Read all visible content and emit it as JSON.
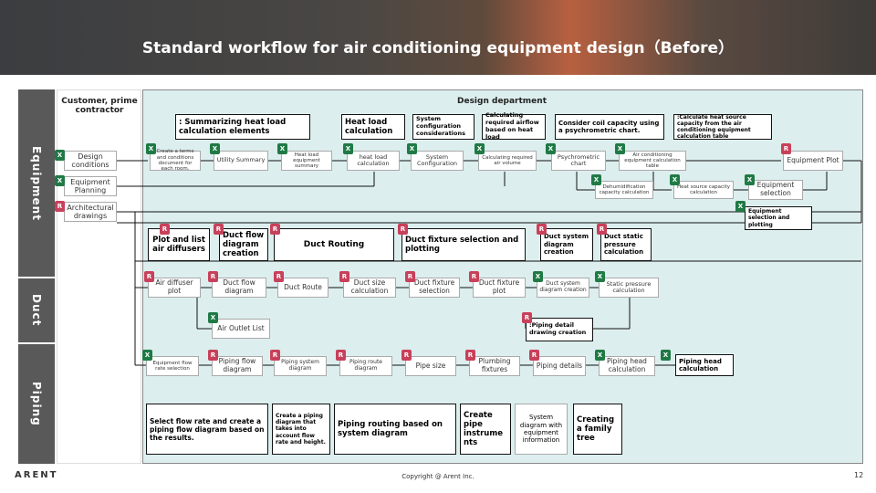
{
  "title": "Standard workflow for air conditioning equipment design（Before）",
  "lanes": {
    "equipment": "Equipment",
    "duct": "Duct",
    "piping": "Piping"
  },
  "areas": {
    "customer": "Customer, prime contractor",
    "design": "Design department"
  },
  "customer_nodes": {
    "design_conditions": "Design conditions",
    "equipment_planning": "Equipment Planning",
    "architectural_drawings": "Architectural drawings"
  },
  "equipment_nodes": {
    "terms": "Create a terms and conditions document for each room.",
    "utility_summary": "Utility Summary",
    "heat_load_summary": "Heat load equipment summary",
    "heat_load_calc": "heat load calculation",
    "system_configuration": "System Configuration",
    "required_air_volume": "Calculating required air volume",
    "psychrometric_chart": "Psychrometric chart",
    "ac_equipment_calc": "Air conditioning equipment calculation table",
    "equipment_plot": "Equipment Plot",
    "dehumidification": "Dehumidification capacity calculation",
    "heat_source_capacity": "Heat source capacity calculation",
    "equipment_selection": "Equipment selection"
  },
  "duct_nodes": {
    "air_diffuser_plot": "Air diffuser plot",
    "duct_flow_diagram": "Duct flow diagram",
    "duct_route": "Duct Route",
    "duct_size_calc": "Duct size calculation",
    "duct_fixture_selection": "Duct fixture selection",
    "duct_fixture_plot": "Duct fixture plot",
    "duct_system_diagram": "Duct system diagram creation",
    "static_pressure_calc": "Static pressure calculation",
    "air_outlet_list": "Air Outlet List"
  },
  "piping_nodes": {
    "equipment_flow_rate": "Equipment flow rate selection",
    "piping_flow_diagram": "Piping flow diagram",
    "piping_system_diagram": "Piping system diagram",
    "piping_route_diagram": "Piping route diagram",
    "pipe_size": "Pipe size",
    "plumbing_fixtures": "Plumbing fixtures",
    "piping_details": "Piping details",
    "piping_head_calc": "Piping head calculation"
  },
  "notes": {
    "summarizing_heat_load": ": Summarizing heat load calculation elements",
    "heat_load_calculation": "Heat load calculation",
    "system_config_considerations": "System configuration considerations",
    "calc_required_airflow": "Calculating required airflow based on heat load",
    "consider_coil": "Consider coil capacity using a psychrometric chart.",
    "calc_heat_source": ":Calculate heat source capacity from the air conditioning equipment calculation table",
    "equip_selection_plotting": "Equipment selection and plotting",
    "plot_list_diffusers": "Plot and list air diffusers",
    "duct_flow_diagram_creation": "Duct flow diagram creation",
    "duct_routing": "Duct Routing",
    "duct_fixture_sel_plot": "Duct fixture selection and plotting",
    "duct_system_diagram_creation": "Duct system diagram creation",
    "duct_static_pressure": "Duct static pressure calculation",
    "piping_detail_drawing": ":Piping detail drawing creation",
    "piping_head_calculation": "Piping head calculation",
    "select_flow_rate": "Select flow rate and create a piping flow diagram based on the results.",
    "create_piping_diagram": "Create a piping diagram that takes into account flow rate and height.",
    "piping_routing": "Piping routing based on system diagram",
    "create_pipe_instruments": "Create pipe instrume nts",
    "system_diagram_info": "System diagram with equipment information",
    "creating_family_tree": "Creating a family tree"
  },
  "icons": {
    "excel": "excel-icon",
    "revit": "revit-icon"
  },
  "colors": {
    "design_area": "#ddeeee",
    "lane": "#595959",
    "excel": "#1f7a45",
    "revit": "#c8405a"
  },
  "footer": {
    "logo": "ARENT",
    "copyright": "Copyright @ Arent Inc.",
    "page": "12"
  }
}
